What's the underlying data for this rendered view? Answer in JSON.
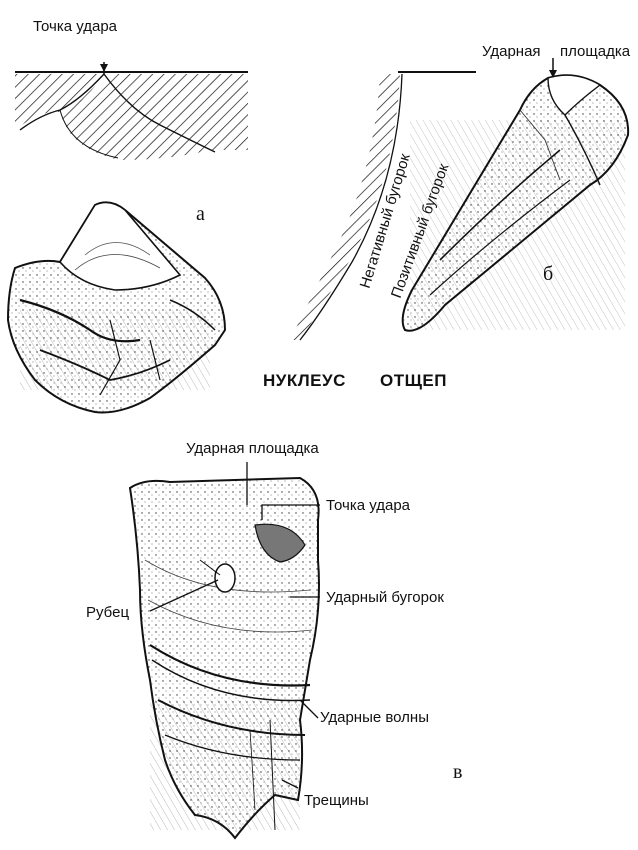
{
  "panel_a": {
    "label_point": "Точка удара",
    "letter": "а"
  },
  "panel_b": {
    "label_platform_left": "Ударная",
    "label_platform_right": "площадка",
    "label_negative": "Негативный бугорок",
    "label_positive": "Позитивный бугорок",
    "letter": "б"
  },
  "captions": {
    "nucleus": "НУКЛЕУС",
    "flake": "ОТЩЕП"
  },
  "panel_v": {
    "label_platform": "Ударная площадка",
    "label_point": "Точка удара",
    "label_scar": "Рубец",
    "label_bulb": "Ударный бугорок",
    "label_waves": "Ударные волны",
    "label_cracks": "Трещины",
    "letter": "в"
  },
  "colors": {
    "ink": "#111111",
    "paper": "#ffffff"
  }
}
